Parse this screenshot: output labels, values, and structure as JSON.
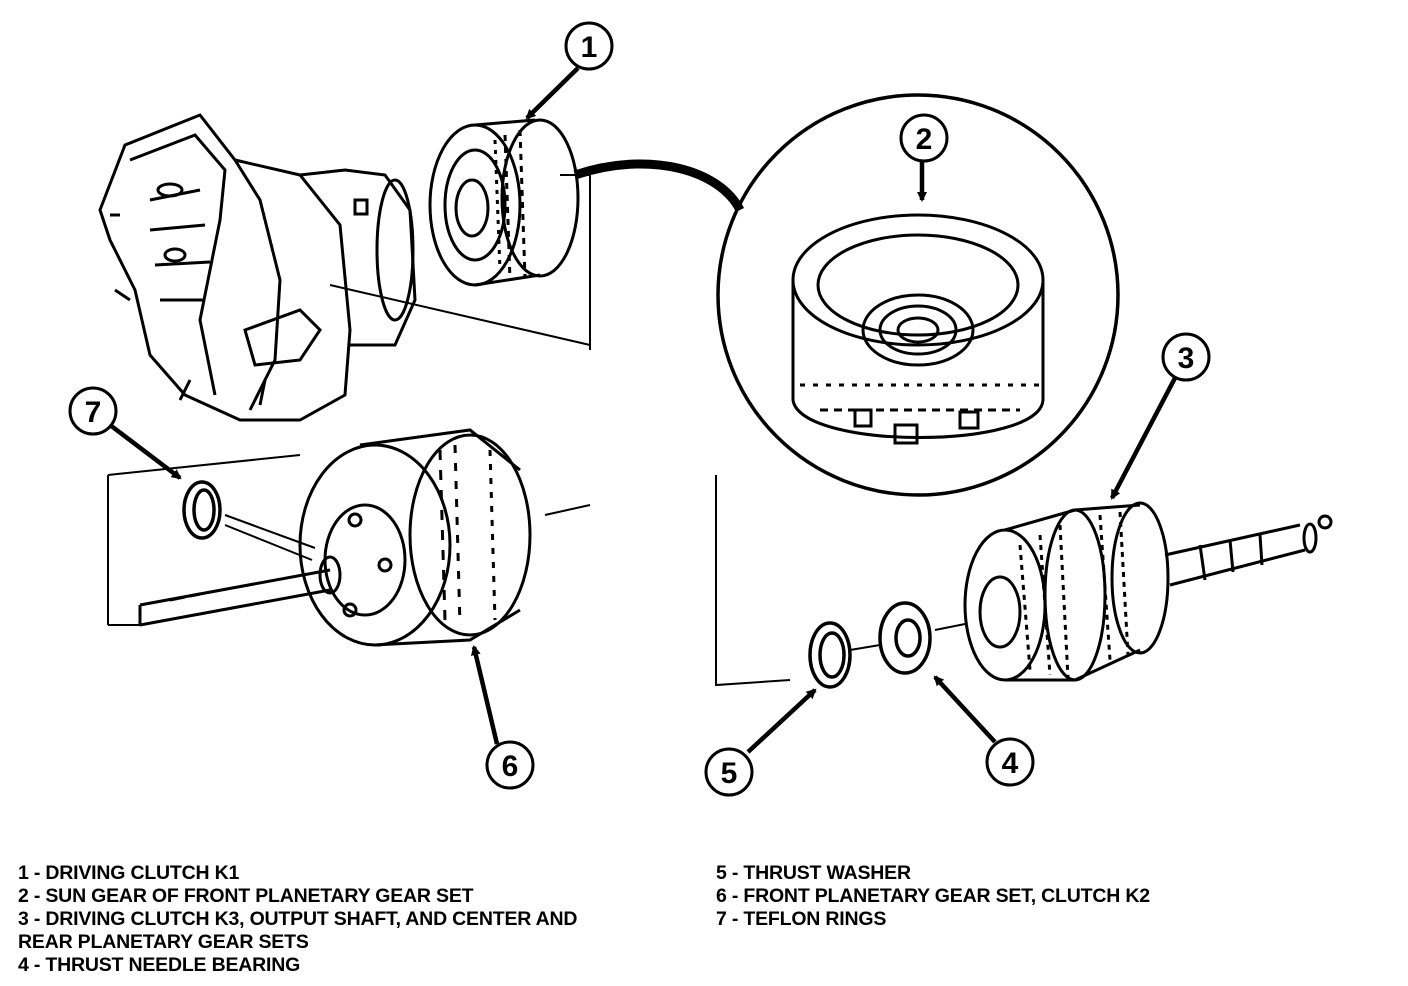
{
  "callouts": [
    {
      "number": "1"
    },
    {
      "number": "2"
    },
    {
      "number": "3"
    },
    {
      "number": "4"
    },
    {
      "number": "5"
    },
    {
      "number": "6"
    },
    {
      "number": "7"
    }
  ],
  "legend": {
    "left": [
      "1 - DRIVING CLUTCH K1",
      "2 - SUN GEAR OF FRONT PLANETARY GEAR SET",
      "3 - DRIVING CLUTCH K3, OUTPUT SHAFT, AND CENTER AND",
      "REAR PLANETARY GEAR SETS",
      "4 - THRUST NEEDLE BEARING"
    ],
    "right": [
      "5 - THRUST WASHER",
      "6 - FRONT PLANETARY GEAR SET, CLUTCH K2",
      "7 - TEFLON RINGS"
    ]
  }
}
